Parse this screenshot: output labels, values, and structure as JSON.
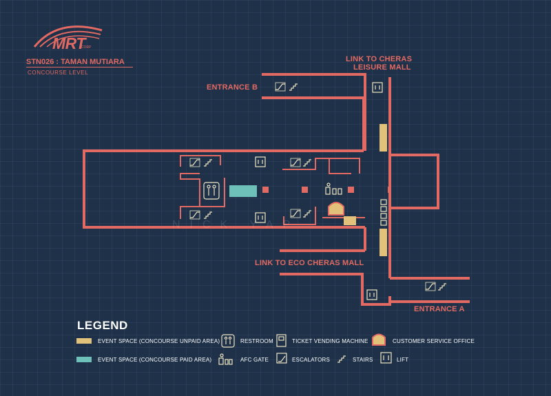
{
  "brand": {
    "logo_text": "MRT",
    "logo_sub": "CORP",
    "accent_color": "#e36a62",
    "background_color": "#1e3149"
  },
  "station": {
    "name": "STN026 : TAMAN MUTIARA",
    "level": "CONCOURSE LEVEL"
  },
  "map_labels": {
    "entrance_b": "ENTRANCE B",
    "entrance_a": "ENTRANCE A",
    "link_cheras_line1": "LINK TO CHERAS",
    "link_cheras_line2": "LEISURE MALL",
    "link_eco": "LINK TO ECO CHERAS MALL"
  },
  "watermark": "NICK YAP",
  "legend": {
    "title": "LEGEND",
    "items": [
      {
        "id": "event-unpaid",
        "label": "EVENT SPACE (CONCOURSE UNPAID AREA)",
        "color": "#e2c27a"
      },
      {
        "id": "event-paid",
        "label": "EVENT SPACE (CONCOURSE PAID AREA)",
        "color": "#6ec1b9"
      },
      {
        "id": "restroom",
        "label": "RESTROOM",
        "icon": "restroom-icon"
      },
      {
        "id": "afc-gate",
        "label": "AFC GATE",
        "icon": "afc-gate-icon"
      },
      {
        "id": "tvm",
        "label": "TICKET VENDING MACHINE",
        "icon": "ticket-machine-icon"
      },
      {
        "id": "escalators",
        "label": "ESCALATORS",
        "icon": "escalator-icon"
      },
      {
        "id": "stairs",
        "label": "STAIRS",
        "icon": "stairs-icon"
      },
      {
        "id": "cso",
        "label": "CUSTOMER SERVICE OFFICE",
        "icon": "customer-service-office-icon"
      },
      {
        "id": "lift",
        "label": "LIFT",
        "icon": "lift-icon"
      }
    ]
  },
  "colors": {
    "wall": "#e36a62",
    "icon": "#f1e6c4",
    "unpaid": "#e2c27a",
    "paid": "#6ec1b9"
  }
}
